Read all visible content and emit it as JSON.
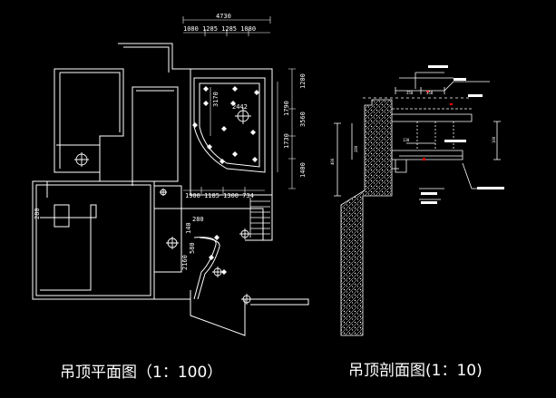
{
  "captions": {
    "plan": "吊顶平面图（1：100）",
    "section": "吊顶剖面图(1：10)"
  },
  "plan_dims": {
    "top_total": "4730",
    "top_parts": "1080 1285 1285 1080",
    "right_1": "1200",
    "right_2": "1790",
    "right_3": "1730",
    "right_4": "1400",
    "right_outer_a": "3560",
    "left_inner": "3170",
    "diag": "2442",
    "bottom_parts": "1900 1185 1300 734",
    "kitchen_a": "280",
    "kitchen_b": "140",
    "kitchen_c": "2160",
    "kitchen_d": "580",
    "left_room": "280"
  },
  "section_dims": {
    "top_a": "350",
    "top_b": "350",
    "side_a": "280",
    "side_b": "400",
    "right_a": "100",
    "mid": "130"
  },
  "colors": {
    "background": "#000000",
    "wall": "#ffffff",
    "accent": "#ff0000"
  }
}
